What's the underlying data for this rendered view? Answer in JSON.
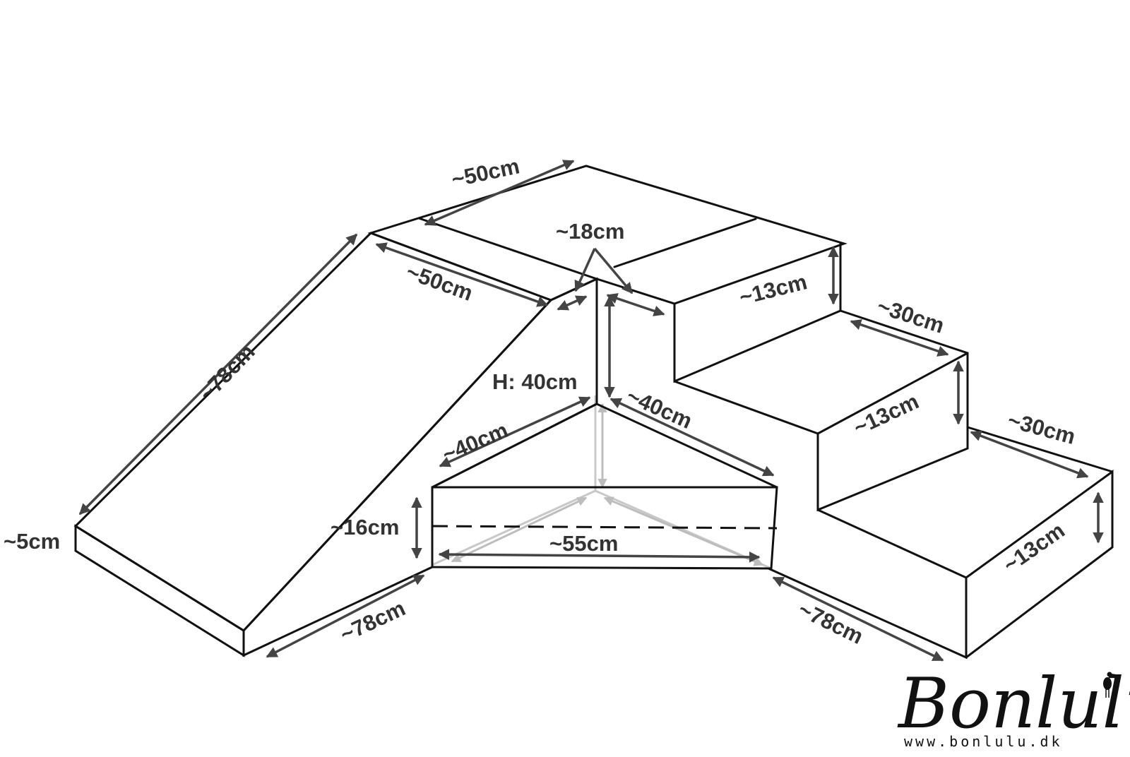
{
  "diagram": {
    "labels": {
      "ramp_length": "~78cm",
      "ramp_end_height": "~5cm",
      "top_depth": "~50cm",
      "top_width": "~50cm",
      "cutout_gap": "~18cm",
      "center_height": "H: 40cm",
      "tri_left": "~40cm",
      "tri_right": "~40cm",
      "tri_height": "~16cm",
      "tri_width": "~55cm",
      "base_left": "~78cm",
      "base_right": "~78cm",
      "step1_height": "~13cm",
      "step2_height": "~13cm",
      "step3_height": "~13cm",
      "step2_depth": "~30cm",
      "step3_depth": "~30cm"
    },
    "logo": {
      "brand": "Bonlulu",
      "url": "www.bonlulu.dk"
    }
  }
}
